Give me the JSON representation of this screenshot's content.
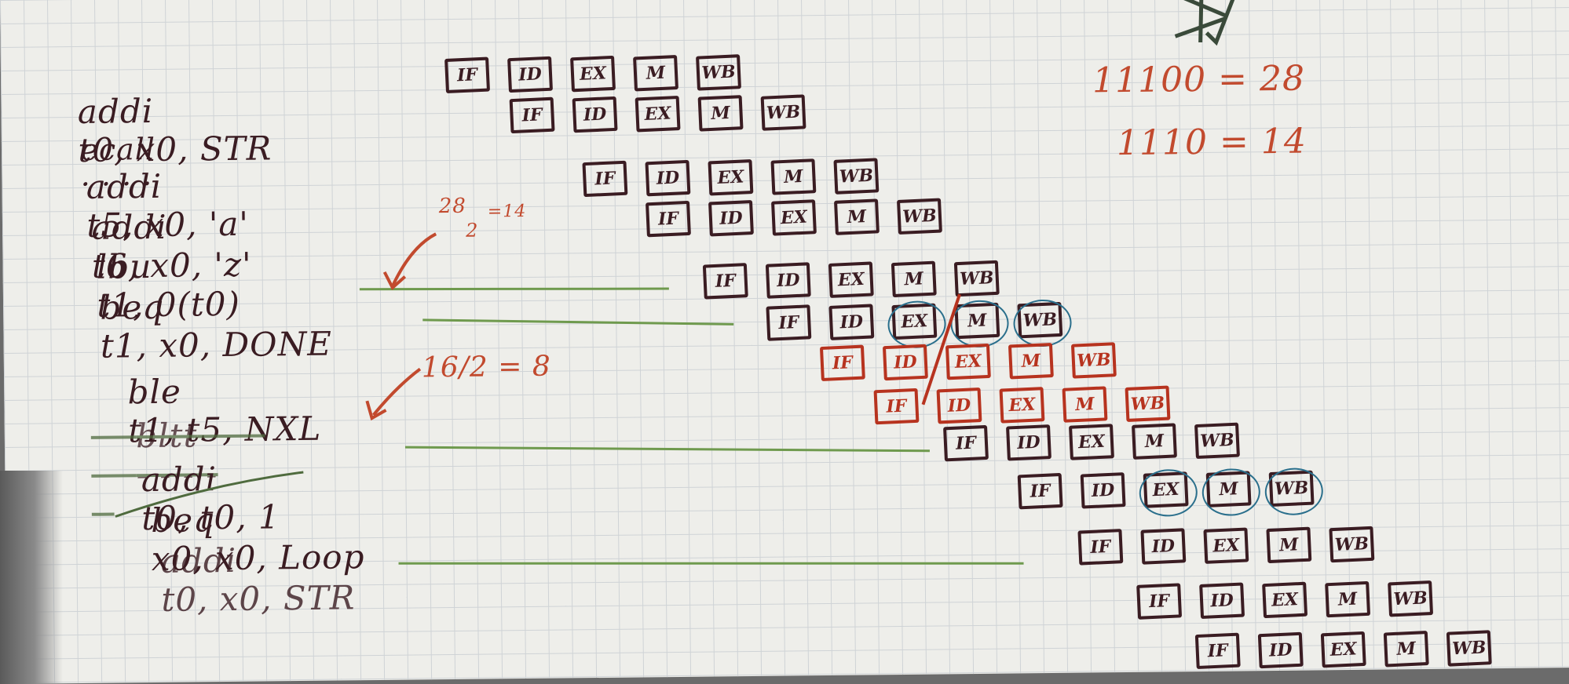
{
  "instructions": [
    {
      "op": "addi",
      "args": "t0, x0, STR"
    },
    {
      "op": "ecall",
      "args": "· · · ·"
    },
    {
      "op": "addi",
      "args": "t5, x0, 'a'"
    },
    {
      "op": "addi",
      "args": "t6, x0, 'z'"
    },
    {
      "op": "lbu",
      "args": "t1, 0(t0)"
    },
    {
      "op": "beq",
      "args": "t1, x0, DONE"
    },
    {
      "op": "ble",
      "args": "t1, t5, NXL"
    },
    {
      "op": "bltt",
      "args": "- - - -"
    },
    {
      "op": "addi",
      "args": "t0, t0, 1"
    },
    {
      "op": "beq",
      "args": "x0, x0, Loop"
    },
    {
      "op": "addi",
      "args": "t0, x0, STR"
    }
  ],
  "notes": {
    "binary_28": "11100 = 28",
    "binary_14": "1110 = 14",
    "div_top": "28",
    "div_bottom": "2",
    "div_result": "=14",
    "half_16": "16/2 = 8"
  },
  "stage_labels": [
    "IF",
    "ID",
    "EX",
    "M",
    "WB"
  ],
  "colors": {
    "ink_dark": "#3a1c22",
    "ink_red": "#b7331f",
    "ink_blue": "#2a6f8c",
    "ink_green": "#6f9a4e"
  }
}
